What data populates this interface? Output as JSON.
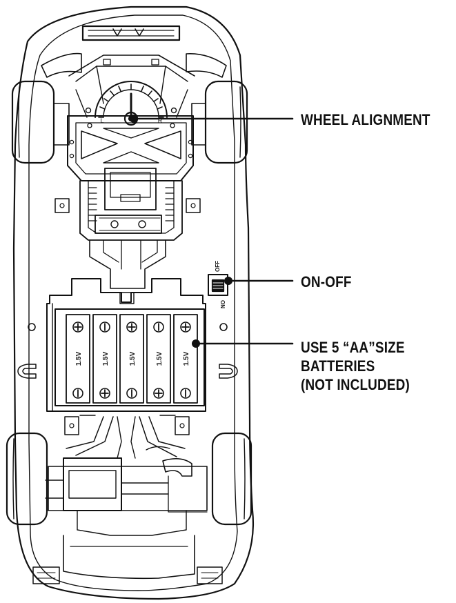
{
  "callouts": {
    "wheel_alignment": "WHEEL ALIGNMENT",
    "on_off": "ON-OFF",
    "batteries": {
      "line1": "USE 5 “AA”SIZE",
      "line2": "BATTERIES",
      "line3": "(NOT INCLUDED)"
    }
  },
  "dial": {
    "left": "L",
    "right": "R"
  },
  "switch": {
    "off": "OFF",
    "on": "ON"
  },
  "batteries": [
    {
      "voltage": "1.5V",
      "top": "+",
      "bottom": "−"
    },
    {
      "voltage": "1.5V",
      "top": "−",
      "bottom": "+"
    },
    {
      "voltage": "1.5V",
      "top": "+",
      "bottom": "−"
    },
    {
      "voltage": "1.5V",
      "top": "−",
      "bottom": "+"
    },
    {
      "voltage": "1.5V",
      "top": "+",
      "bottom": "−"
    }
  ],
  "colors": {
    "line": "#111111",
    "background": "#ffffff"
  }
}
